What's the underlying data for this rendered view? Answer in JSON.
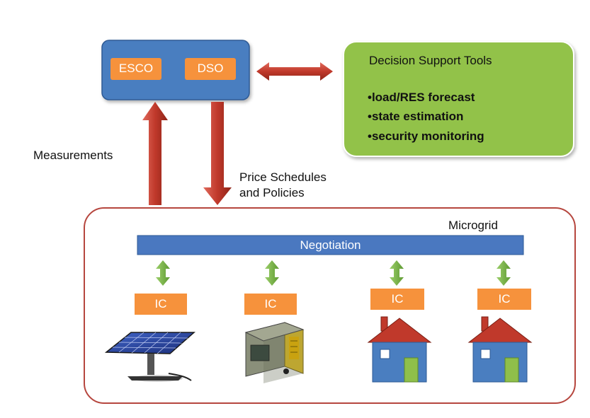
{
  "operators": {
    "esco": "ESCO",
    "dso": "DSO"
  },
  "decision_support": {
    "title": "Decision Support Tools",
    "items": [
      "•load/RES forecast",
      "•state estimation",
      "•security monitoring"
    ]
  },
  "labels": {
    "measurements": "Measurements",
    "price_line1": "Price Schedules",
    "price_line2": "and Policies",
    "microgrid": "Microgrid",
    "negotiation": "Negotiation"
  },
  "controllers": [
    "IC",
    "IC",
    "IC",
    "IC"
  ],
  "devices": [
    "solar-panel",
    "generator",
    "house",
    "house"
  ],
  "colors": {
    "operator_box": "#4a7ec0",
    "orange": "#f6923c",
    "green_box": "#92c24a",
    "red_arrow": "#c0392b",
    "green_arrow": "#7ab648",
    "negotiation_bar": "#4a78c0",
    "microgrid_border": "#b6463e"
  }
}
